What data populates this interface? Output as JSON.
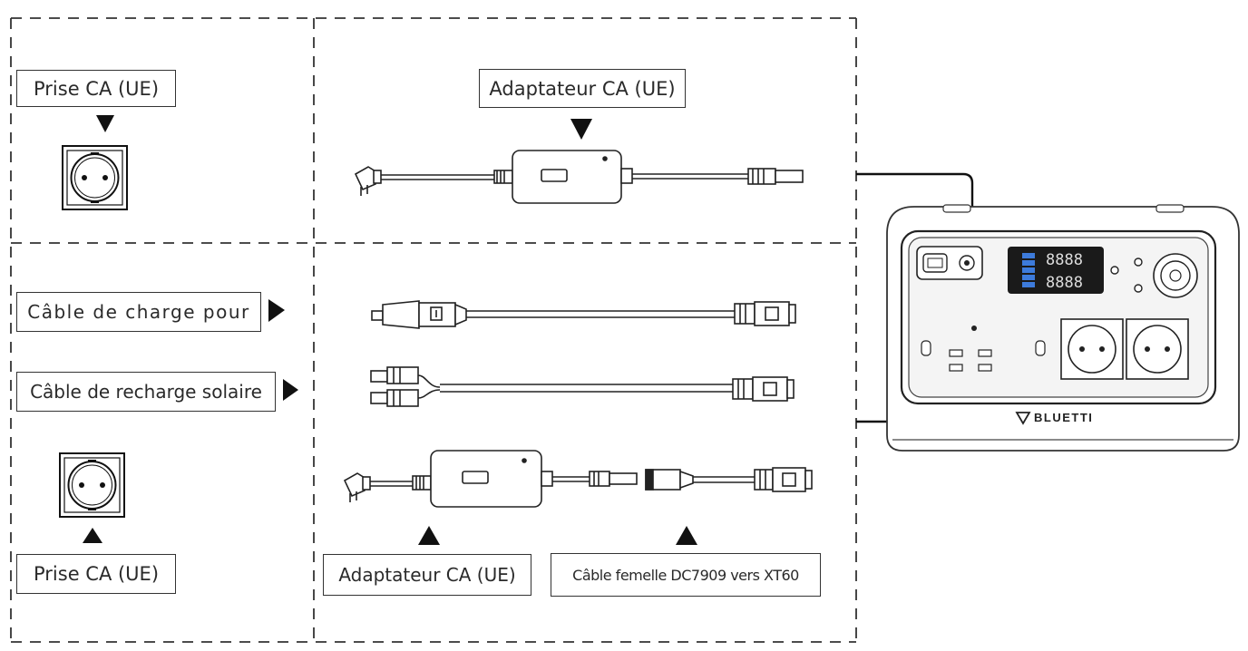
{
  "labels": {
    "prise_top": "Prise CA (UE)",
    "adaptateur_top": "Adaptateur CA (UE)",
    "cable_charge": "Câble de charge pour",
    "cable_solaire": "Câble de recharge solaire",
    "prise_bottom": "Prise CA (UE)",
    "adaptateur_bottom": "Adaptateur CA (UE)",
    "cable_femelle": "Câble femelle DC7909 vers XT60"
  },
  "brand": {
    "text": "BLUETTI"
  },
  "display": {
    "readout_top": "8888",
    "readout_bottom": "8888"
  }
}
